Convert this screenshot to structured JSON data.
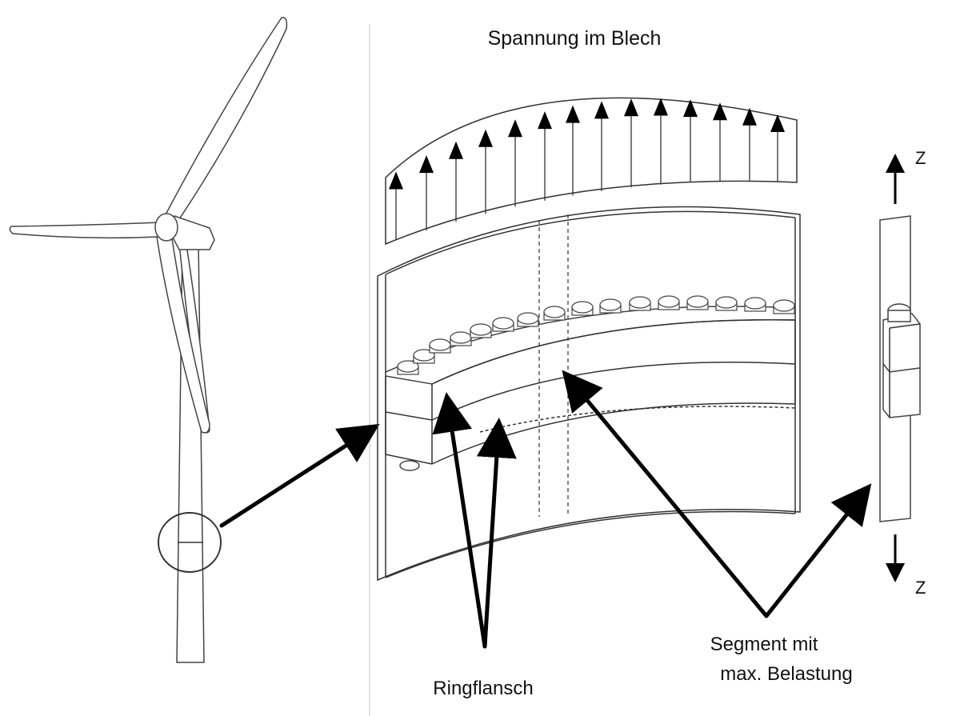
{
  "labels": {
    "title": "Spannung im Blech",
    "ringflansch": "Ringflansch",
    "segment_line1": "Segment mit",
    "segment_line2": "max. Belastung",
    "z_top": "Z",
    "z_bottom": "Z"
  },
  "colors": {
    "line": "#333333",
    "arrow": "#000000",
    "background": "#ffffff"
  }
}
